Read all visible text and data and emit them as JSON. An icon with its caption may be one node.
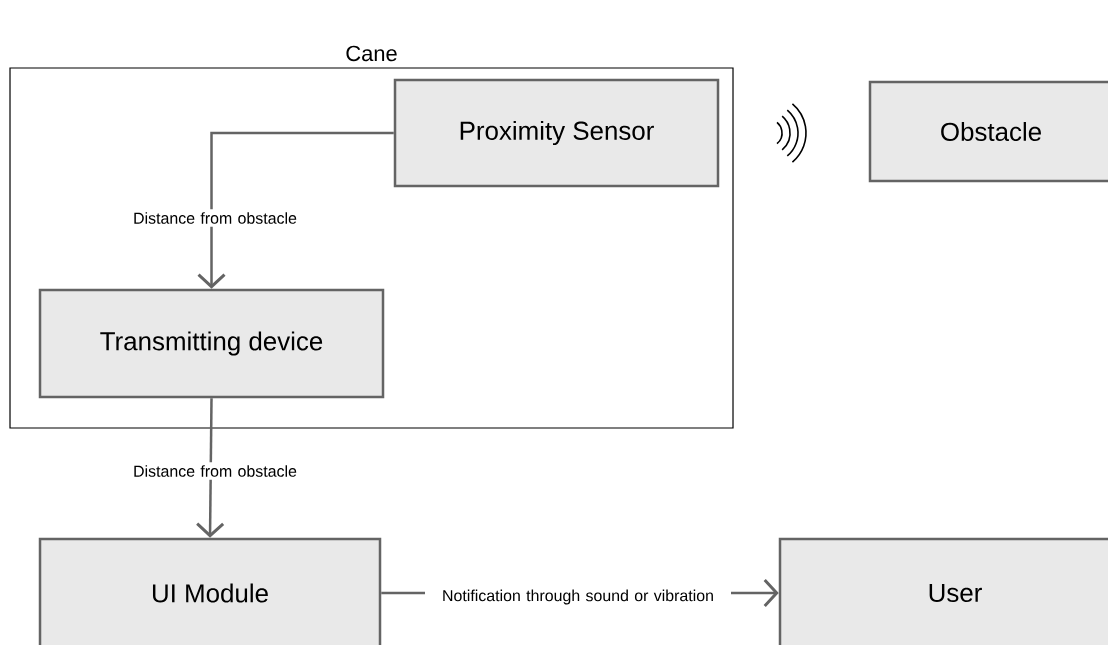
{
  "diagram": {
    "nodes": [
      {
        "text": [
          "Cane"
        ]
      },
      {
        "text": [
          "Proximity Sensor"
        ],
        "in": 0
      },
      {
        "text": [
          "Obstacle"
        ]
      },
      {
        "text": [
          "Transmitting device"
        ],
        "in": 0
      },
      {
        "text": [
          "UI Module"
        ]
      },
      {
        "text": [
          "User"
        ]
      }
    ],
    "edges": [
      {
        "from": 1,
        "to": 3,
        "arrow": "to",
        "label": "Distance from obstacle"
      },
      {
        "from": 3,
        "to": 4,
        "arrow": "to",
        "label": "Distance from obstacle"
      },
      {
        "from": 4,
        "to": 5,
        "arrow": "to",
        "label": "Notification through sound or vibration"
      }
    ]
  }
}
